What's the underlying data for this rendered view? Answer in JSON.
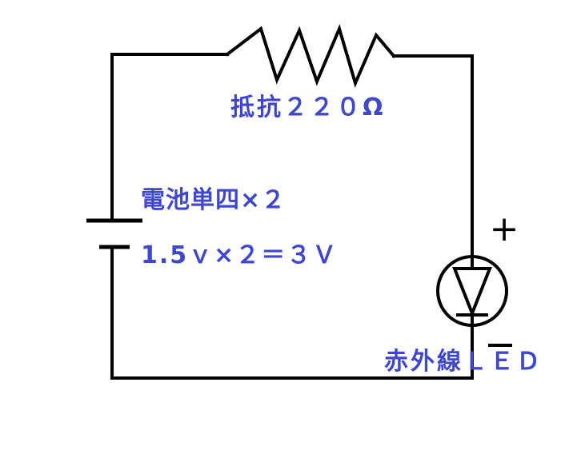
{
  "diagram": {
    "resistor_label": "抵抗２２０Ω",
    "battery_label_line1": "電池単四×２",
    "battery_label_line2": "1.5ｖ×２＝３Ｖ",
    "led_label": "赤外線ＬＥＤ",
    "plus_sign": "+",
    "minus_sign": "−"
  },
  "colors": {
    "wire": "#000000",
    "label": "#3f48cc",
    "background": "#ffffff"
  }
}
